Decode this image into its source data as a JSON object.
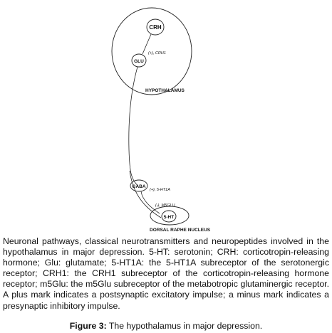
{
  "diagram": {
    "nodes": {
      "crh": "CRH",
      "glu": "GLU",
      "gaba": "GABA",
      "ht5": "5-HT"
    },
    "edge_labels": {
      "glu_crh": "(+), CRH1",
      "gaba_5ht1a": "(+), 5-HT1A",
      "m5glu": "(-), M5GLU"
    },
    "regions": {
      "hypothalamus": "HYPOTHALAMUS",
      "dorsal_raphe": "DORSAL RAPHE NUCLEUS"
    }
  },
  "caption": {
    "body": "Neuronal pathways, classical neurotransmitters and neuropeptides involved in the hypothalamus in major depression. 5-HT: serotonin; CRH: corticotropin-releasing hormone; Glu: glutamate; 5-HT1A: the 5-HT1A subreceptor of the serotonergic receptor; CRH1: the CRH1 subreceptor of the corticotropin-releasing hormone receptor; m5Glu: the m5Glu subreceptor of the metabotropic glutaminergic receptor. A plus mark indicates a postsynaptic excitatory impulse; a minus mark indicates a presynaptic inhibitory impulse.",
    "figure_label": "Figure 3:",
    "figure_title": "The hypothalamus in major depression."
  }
}
